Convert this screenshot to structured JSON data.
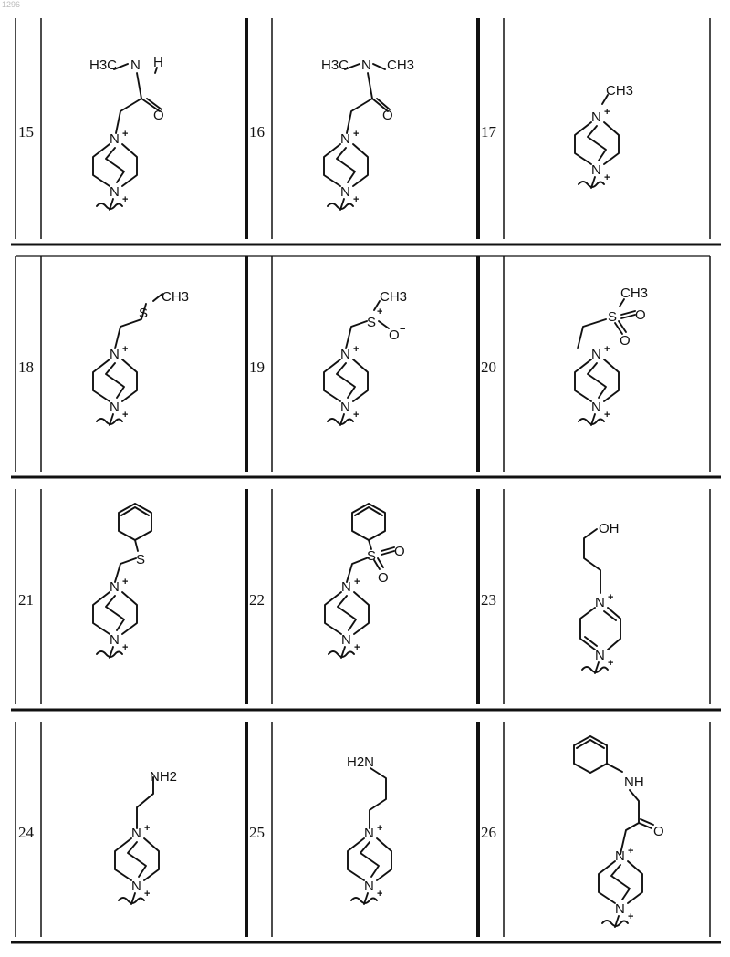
{
  "page_number": "1296",
  "compounds": [
    {
      "number": "15",
      "labels": {
        "top_left": "H3C",
        "n": "N",
        "h": "H",
        "o": "O"
      }
    },
    {
      "number": "16",
      "labels": {
        "top_left": "H3C",
        "n": "N",
        "top_right": "CH3",
        "o": "O"
      }
    },
    {
      "number": "17",
      "labels": {
        "top": "CH3"
      }
    },
    {
      "number": "18",
      "labels": {
        "s": "S",
        "top": "CH3"
      }
    },
    {
      "number": "19",
      "labels": {
        "s": "S",
        "top": "CH3",
        "o": "O"
      }
    },
    {
      "number": "20",
      "labels": {
        "s": "S",
        "top": "CH3",
        "o1": "O",
        "o2": "O"
      }
    },
    {
      "number": "21",
      "labels": {
        "s": "S"
      }
    },
    {
      "number": "22",
      "labels": {
        "s": "S",
        "o1": "O",
        "o2": "O"
      }
    },
    {
      "number": "23",
      "labels": {
        "top": "OH"
      }
    },
    {
      "number": "24",
      "labels": {
        "top": "NH2"
      }
    },
    {
      "number": "25",
      "labels": {
        "top": "H2N"
      }
    },
    {
      "number": "26",
      "labels": {
        "nh": "NH",
        "o": "O"
      }
    }
  ],
  "atoms": {
    "n": "N",
    "plus": "+",
    "minus": "-"
  }
}
